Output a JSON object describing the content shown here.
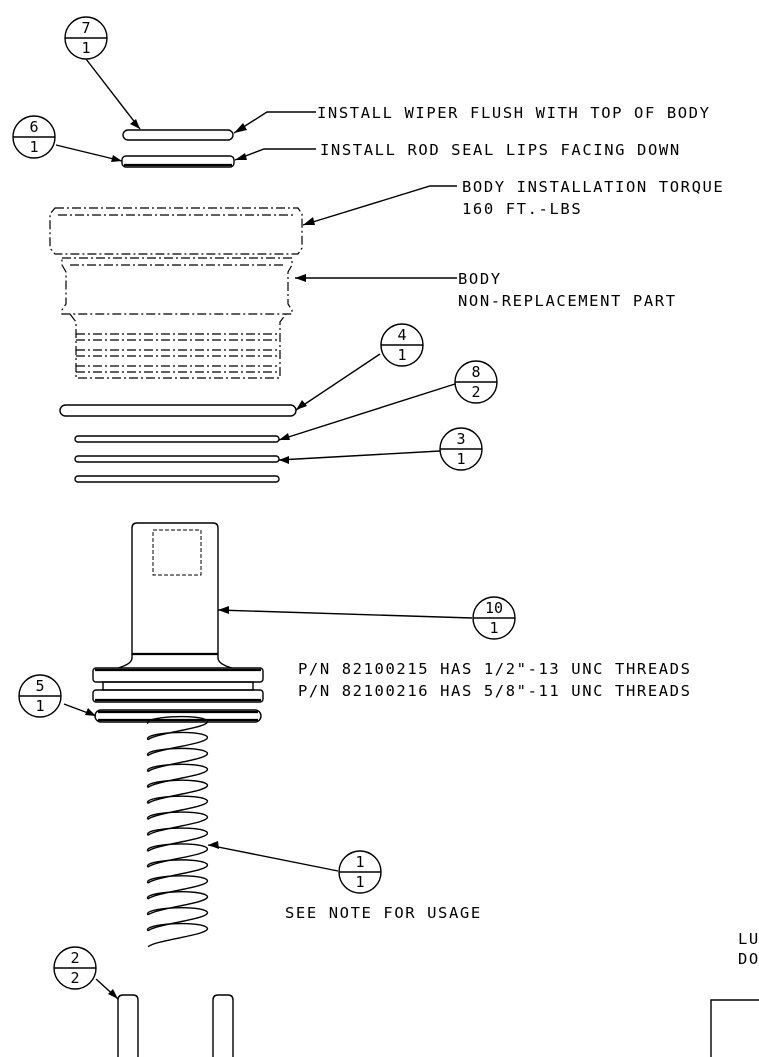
{
  "balloons": [
    {
      "id": "balloon-7",
      "item": "7",
      "qty": "1"
    },
    {
      "id": "balloon-6",
      "item": "6",
      "qty": "1"
    },
    {
      "id": "balloon-4",
      "item": "4",
      "qty": "1"
    },
    {
      "id": "balloon-8",
      "item": "8",
      "qty": "2"
    },
    {
      "id": "balloon-3",
      "item": "3",
      "qty": "1"
    },
    {
      "id": "balloon-10",
      "item": "10",
      "qty": "1"
    },
    {
      "id": "balloon-5",
      "item": "5",
      "qty": "1"
    },
    {
      "id": "balloon-1",
      "item": "1",
      "qty": "1"
    },
    {
      "id": "balloon-2",
      "item": "2",
      "qty": "2"
    }
  ],
  "notes": {
    "wiper": "INSTALL WIPER FLUSH WITH TOP OF BODY",
    "rod_seal": "INSTALL ROD SEAL LIPS FACING DOWN",
    "torque_line1": "BODY INSTALLATION TORQUE",
    "torque_line2": "160 FT.-LBS",
    "body_line1": "BODY",
    "body_line2": "NON-REPLACEMENT PART",
    "pn_line1": "P/N 82100215 HAS 1/2\"-13 UNC THREADS",
    "pn_line2": "P/N 82100216 HAS 5/8\"-11 UNC THREADS",
    "spring": "SEE NOTE FOR USAGE",
    "partial_line1": "LU",
    "partial_line2": "DO"
  }
}
